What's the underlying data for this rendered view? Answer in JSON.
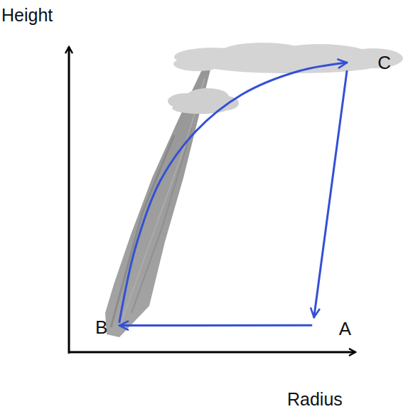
{
  "diagram": {
    "nodes": [
      {
        "text": [
          "C"
        ]
      },
      {
        "text": [
          "B"
        ]
      },
      {
        "text": [
          "A"
        ]
      }
    ],
    "edges": [
      {
        "from": 2,
        "to": 1,
        "arrow": "to"
      },
      {
        "from": 1,
        "to": 0,
        "arrow": "to"
      },
      {
        "from": 0,
        "to": 2,
        "arrow": "to"
      }
    ],
    "labels": [
      "Height",
      "Radius"
    ]
  }
}
